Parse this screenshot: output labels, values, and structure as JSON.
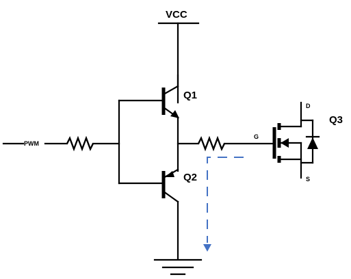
{
  "labels": {
    "vcc": "VCC",
    "q1": "Q1",
    "q2": "Q2",
    "q3": "Q3",
    "pwm": "PWM",
    "gate": "G",
    "drain": "D",
    "source": "S"
  },
  "colors": {
    "wire": "#000000",
    "current_flow": "#4472C4"
  }
}
